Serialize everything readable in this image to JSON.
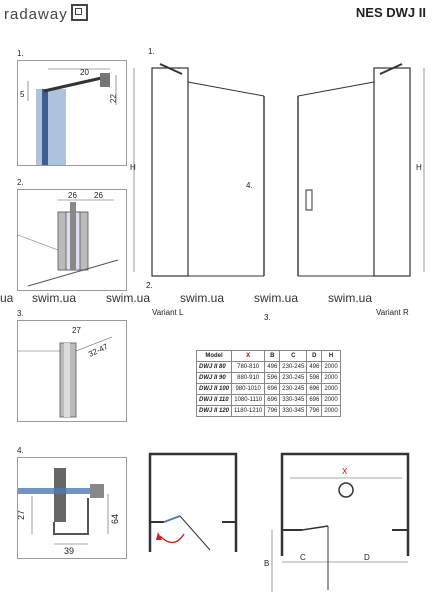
{
  "header": {
    "brand": "radaway",
    "model": "NES DWJ II"
  },
  "steps": {
    "s1": "1.",
    "s2": "2.",
    "s3": "3.",
    "s4": "4."
  },
  "inset1": {
    "dim_top": "20",
    "dim_left": "5",
    "dim_right": "22"
  },
  "inset2": {
    "dim_a": "26",
    "dim_b": "26"
  },
  "inset3": {
    "dim_top": "27",
    "dim_range": "32-47"
  },
  "inset4": {
    "dim_h1": "27",
    "dim_w": "39",
    "dim_h2": "64"
  },
  "main_drawing": {
    "label_h": "H",
    "callout1": "1.",
    "callout3": "3.",
    "callout4": "4.",
    "callout2": "2.",
    "variant_left": "Variant L",
    "variant_right": "Variant R"
  },
  "watermarks": [
    "ua",
    "swim.ua",
    "swim.ua",
    "swim.ua",
    "swim.ua",
    "swim.ua"
  ],
  "table": {
    "headers": [
      "Model",
      "X",
      "B",
      "C",
      "D",
      "H"
    ],
    "rows": [
      [
        "DWJ II 80",
        "780-810",
        "496",
        "230-245",
        "496",
        "2000"
      ],
      [
        "DWJ II 90",
        "880-910",
        "596",
        "230-245",
        "596",
        "2000"
      ],
      [
        "DWJ II 100",
        "980-1010",
        "696",
        "230-245",
        "696",
        "2000"
      ],
      [
        "DWJ II 110",
        "1080-1110",
        "696",
        "330-345",
        "696",
        "2000"
      ],
      [
        "DWJ II 120",
        "1180-1210",
        "796",
        "330-345",
        "796",
        "2000"
      ]
    ]
  },
  "plan": {
    "label_x": "X",
    "label_b": "B",
    "label_c": "C",
    "label_d": "D"
  }
}
